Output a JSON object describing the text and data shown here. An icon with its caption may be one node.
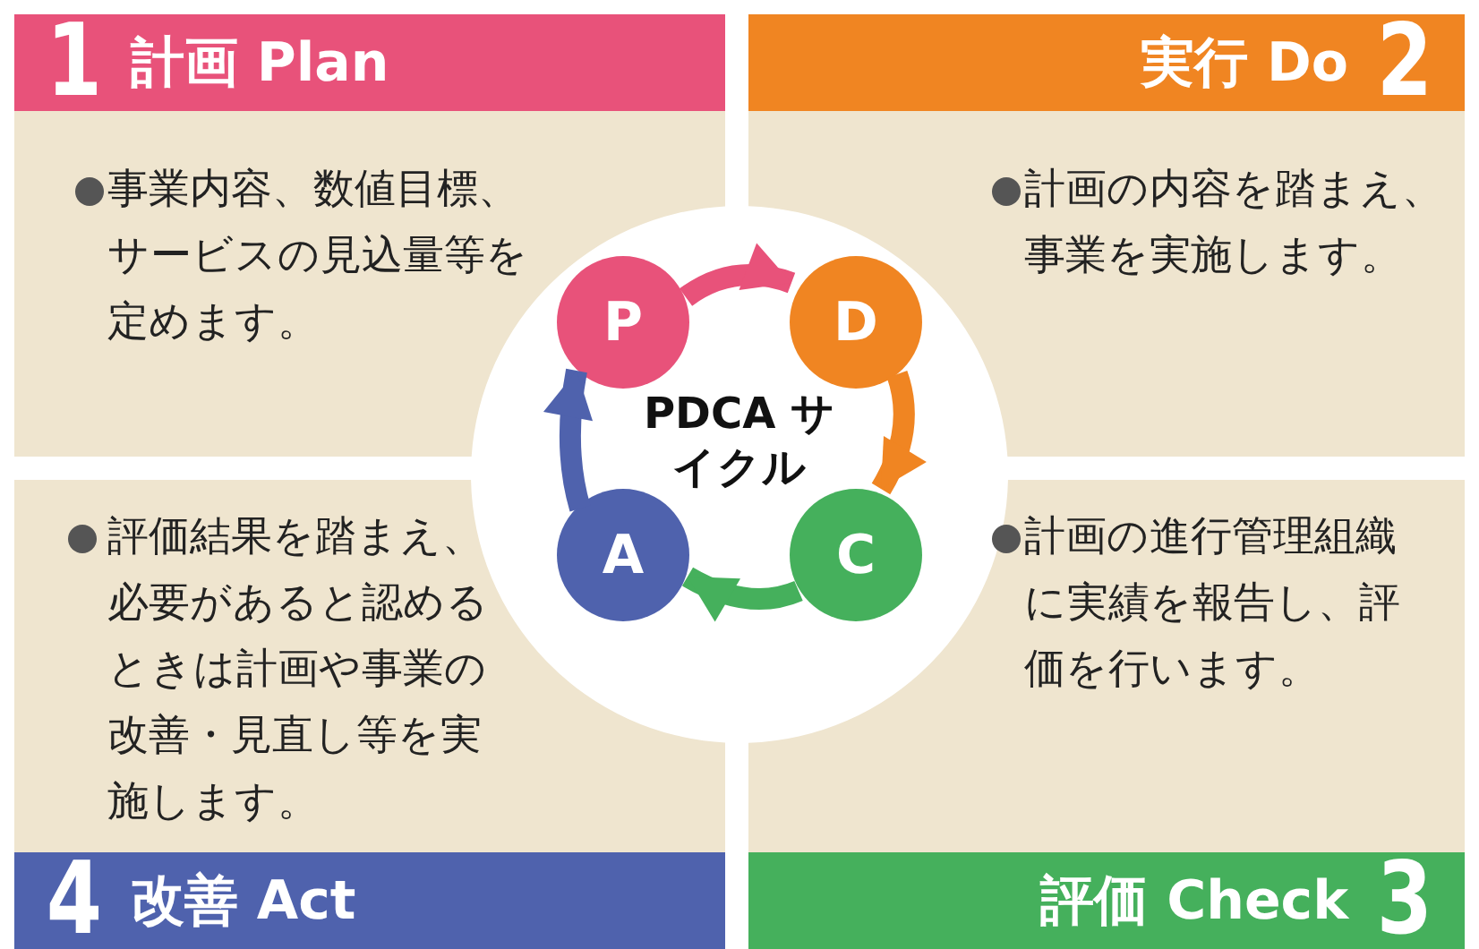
{
  "diagram": {
    "nodes": [
      {
        "text": [
          "1",
          "計画 Plan",
          "事業内容、数値目標、サービスの見込量等を定めます。"
        ]
      },
      {
        "text": [
          "実行 Do",
          "2",
          "計画の内容を踏まえ、事業を実施します。"
        ]
      },
      {
        "text": [
          "計画の進行管理組織に実績を報告し、評価を行います。",
          "評価 Check",
          "3"
        ]
      },
      {
        "text": [
          "評価結果を踏まえ、必要があると認めるときは計画や事業の改善・見直し等を実施します。",
          "4",
          "改善 Act"
        ]
      },
      {
        "text": [
          "P"
        ]
      },
      {
        "text": [
          "D"
        ]
      },
      {
        "text": [
          "C"
        ]
      },
      {
        "text": [
          "A"
        ]
      }
    ],
    "edges": [
      {
        "from": 4,
        "to": 5,
        "arrow": "to",
        "color": "#e8527a"
      },
      {
        "from": 5,
        "to": 6,
        "arrow": "to",
        "color": "#f08522"
      },
      {
        "from": 6,
        "to": 7,
        "arrow": "to",
        "color": "#45b05c"
      },
      {
        "from": 7,
        "to": 4,
        "arrow": "to",
        "color": "#4f62ad"
      }
    ],
    "labels": [
      "PDCA サイクル"
    ]
  }
}
